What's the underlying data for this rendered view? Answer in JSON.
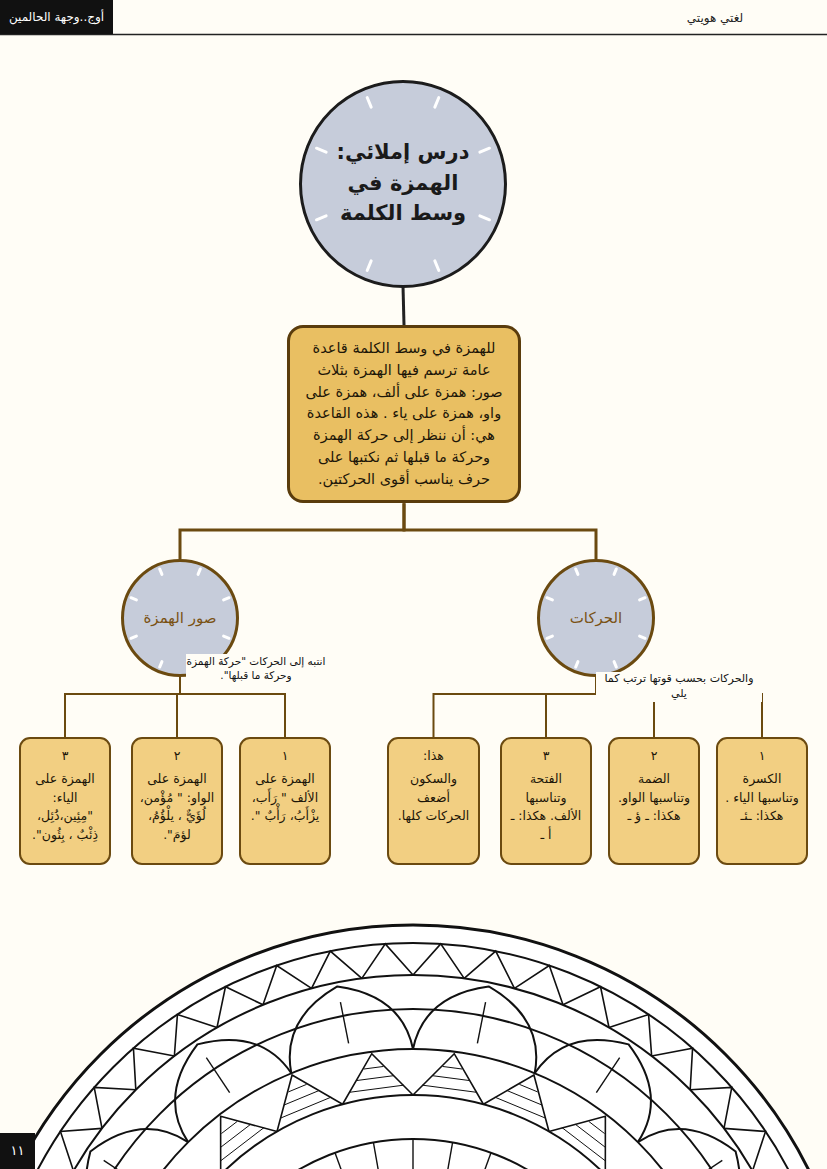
{
  "diagram": {
    "nodes": [
      {
        "text": [
          "درس إملائي: الهمزة في وسط الكلمة"
        ]
      },
      {
        "text": [
          "للهمزة في وسط الكلمة قاعدة عامة ترسم فيها الهمزة بثلاث صور: همزة على ألف، همزة على واو، همزة على ياء . هذه القاعدة هي: أن ننظر إلى حركة الهمزة وحركة ما قبلها ثم نكتبها على حرف يناسب أقوى الحركتين."
        ]
      },
      {
        "text": [
          "الحركات"
        ]
      },
      {
        "text": [
          "صور الهمزة"
        ]
      },
      {
        "text": [
          "١",
          "الكسرة وتناسبها الياء . هكذا: ـئـ"
        ]
      },
      {
        "text": [
          "٢",
          "الضمة وتناسبها الواو. هكذا: ـ ؤ ـ"
        ]
      },
      {
        "text": [
          "٣",
          "الفتحة وتناسبها الألف. هكذا: ـ أ ـ"
        ]
      },
      {
        "text": [
          "هذا:",
          "والسكون أضعف الحركات كلها."
        ]
      },
      {
        "text": [
          "١",
          "الهمزة على الألف \" رَأَب، يزْأَبُ، رَأْبٌ \"."
        ]
      },
      {
        "text": [
          "٢",
          "الهمزة على الواو: \" مُؤْمن، لُؤَيٌّ ، يلْؤُمُ، لؤمَ\"."
        ]
      },
      {
        "text": [
          "٣",
          "الهمزة على الياء: \"مِئِين،ذُئِل، ذِئْبٌ ، بِئُون\"."
        ]
      }
    ],
    "edges": [
      {
        "from": 0,
        "to": 1,
        "arrow": "none"
      },
      {
        "from": 1,
        "to": 2,
        "arrow": "none"
      },
      {
        "from": 1,
        "to": 3,
        "arrow": "none"
      },
      {
        "from": 2,
        "to": 4,
        "arrow": "none"
      },
      {
        "from": 2,
        "to": 5,
        "arrow": "none"
      },
      {
        "from": 2,
        "to": 6,
        "arrow": "none"
      },
      {
        "from": 2,
        "to": 7,
        "arrow": "none"
      },
      {
        "from": 3,
        "to": 8,
        "arrow": "none"
      },
      {
        "from": 3,
        "to": 9,
        "arrow": "none"
      },
      {
        "from": 3,
        "to": 10,
        "arrow": "none"
      }
    ],
    "labels": [
      "أوج..وجهة الحالمين",
      "لغتي هويتي",
      "والحركات بحسب قوتها ترتب كما يلي",
      "انتبه إلى الحركات \"حركة الهمزة وحركة ما قبلها\".",
      "١١"
    ]
  }
}
